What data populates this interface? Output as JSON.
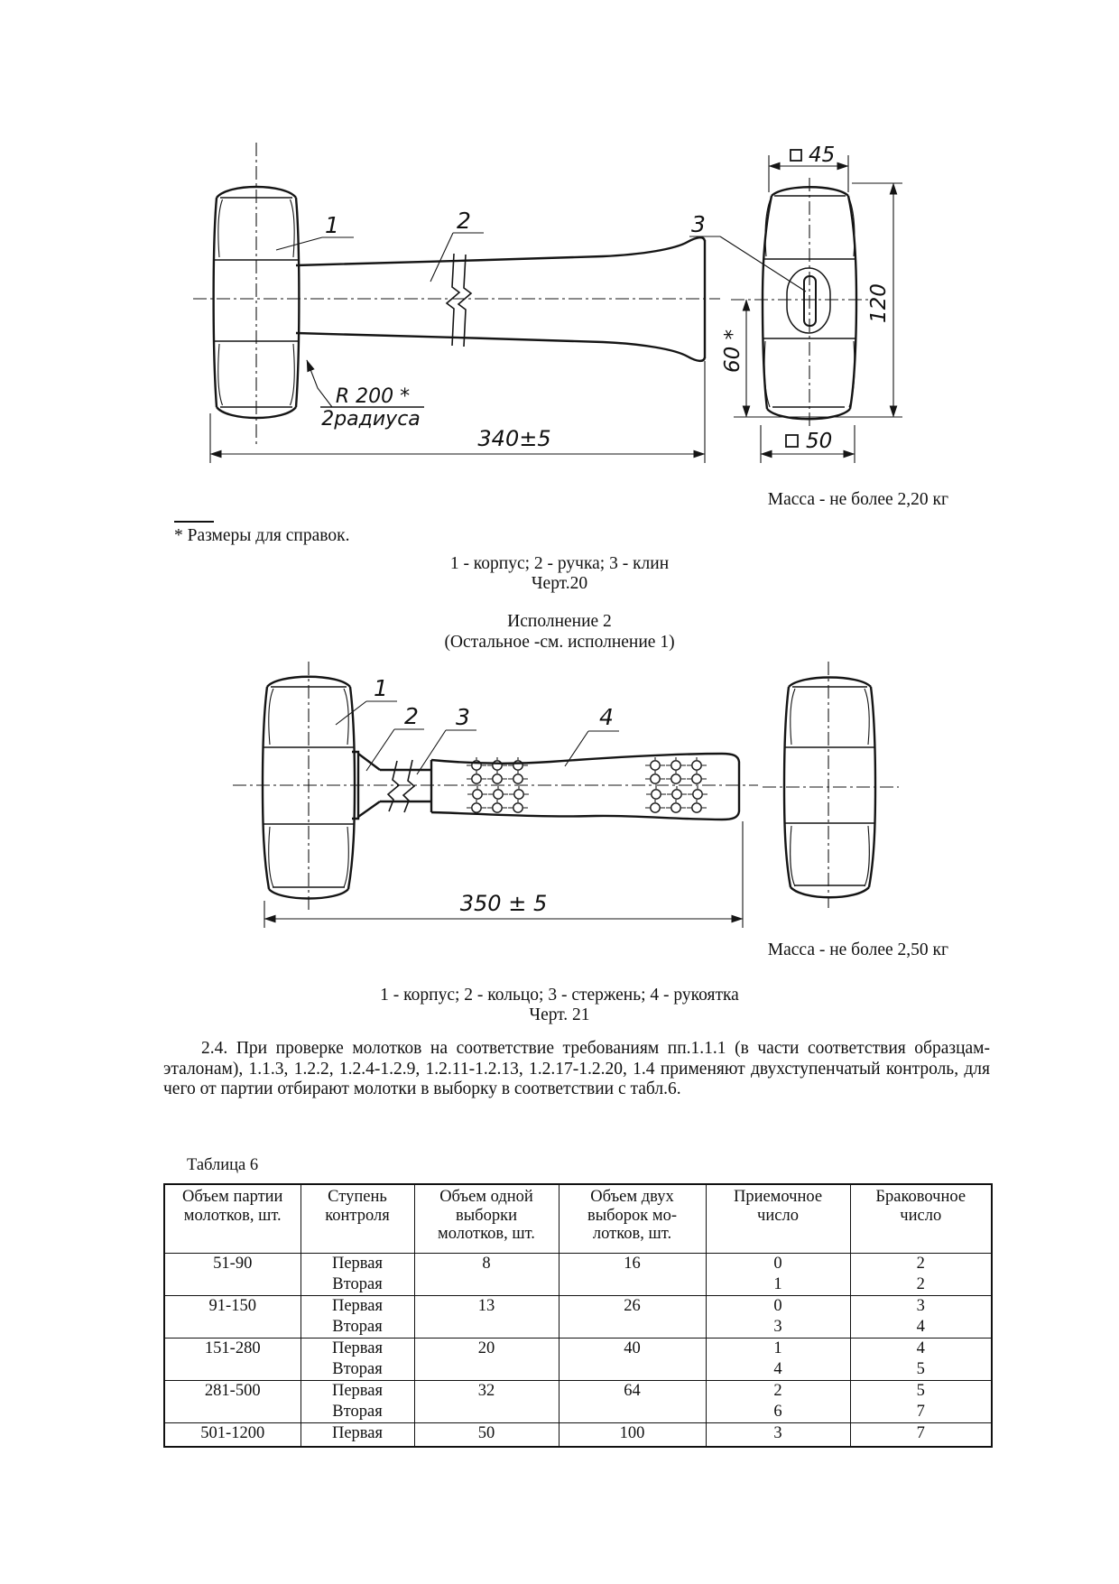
{
  "figure20": {
    "callouts": {
      "c1": "1",
      "c2": "2",
      "c3": "3"
    },
    "dims": {
      "length": "340±5",
      "width_top": "45",
      "width_bottom": "50",
      "height": "120",
      "half_height": "60 *",
      "radius_note_line1": "R 200 *",
      "radius_note_line2": "2радиуса"
    },
    "mass_note": "Масса - не более 2,20 кг",
    "footnote": "* Размеры для справок.",
    "caption": "1 - корпус; 2 - ручка; 3 - клин",
    "figure_label": "Черт.20"
  },
  "variant_note": {
    "line1": "Исполнение 2",
    "line2": "(Остальное -см. исполнение 1)"
  },
  "figure21": {
    "callouts": {
      "c1": "1",
      "c2": "2",
      "c3": "3",
      "c4": "4"
    },
    "dims": {
      "length": "350 ± 5"
    },
    "mass_note": "Масса - не более 2,50 кг",
    "caption": "1 - корпус; 2 - кольцо; 3 - стержень; 4 - рукоятка",
    "figure_label": "Черт. 21"
  },
  "paragraph_2_4": "2.4. При проверке молотков на соответствие требованиям пп.1.1.1 (в части соответствия образцам-эталонам), 1.1.3, 1.2.2, 1.2.4-1.2.9, 1.2.11-1.2.13, 1.2.17-1.2.20, 1.4 применяют двухступенчатый контроль, для чего от партии отбирают молотки в выборку в соответствии с табл.6.",
  "table6": {
    "label": "Таблица 6",
    "headers": [
      [
        "Объем партии",
        "молотков, шт."
      ],
      [
        "Ступень",
        "контроля"
      ],
      [
        "Объем одной",
        "выборки",
        "молотков, шт."
      ],
      [
        "Объем двух",
        "выборок мо-",
        "лотков, шт."
      ],
      [
        "Приемочное",
        "число"
      ],
      [
        "Браковочное",
        "число"
      ]
    ],
    "rows": [
      {
        "batch": "51-90",
        "stage1": "Первая",
        "stage2": "Вторая",
        "sample_one": "8",
        "sample_two": "16",
        "accept1": "0",
        "accept2": "1",
        "reject1": "2",
        "reject2": "2"
      },
      {
        "batch": "91-150",
        "stage1": "Первая",
        "stage2": "Вторая",
        "sample_one": "13",
        "sample_two": "26",
        "accept1": "0",
        "accept2": "3",
        "reject1": "3",
        "reject2": "4"
      },
      {
        "batch": "151-280",
        "stage1": "Первая",
        "stage2": "Вторая",
        "sample_one": "20",
        "sample_two": "40",
        "accept1": "1",
        "accept2": "4",
        "reject1": "4",
        "reject2": "5"
      },
      {
        "batch": "281-500",
        "stage1": "Первая",
        "stage2": "Вторая",
        "sample_one": "32",
        "sample_two": "64",
        "accept1": "2",
        "accept2": "6",
        "reject1": "5",
        "reject2": "7"
      },
      {
        "batch": "501-1200",
        "stage1": "Первая",
        "sample_one": "50",
        "sample_two": "100",
        "accept1": "3",
        "reject1": "7"
      }
    ]
  }
}
